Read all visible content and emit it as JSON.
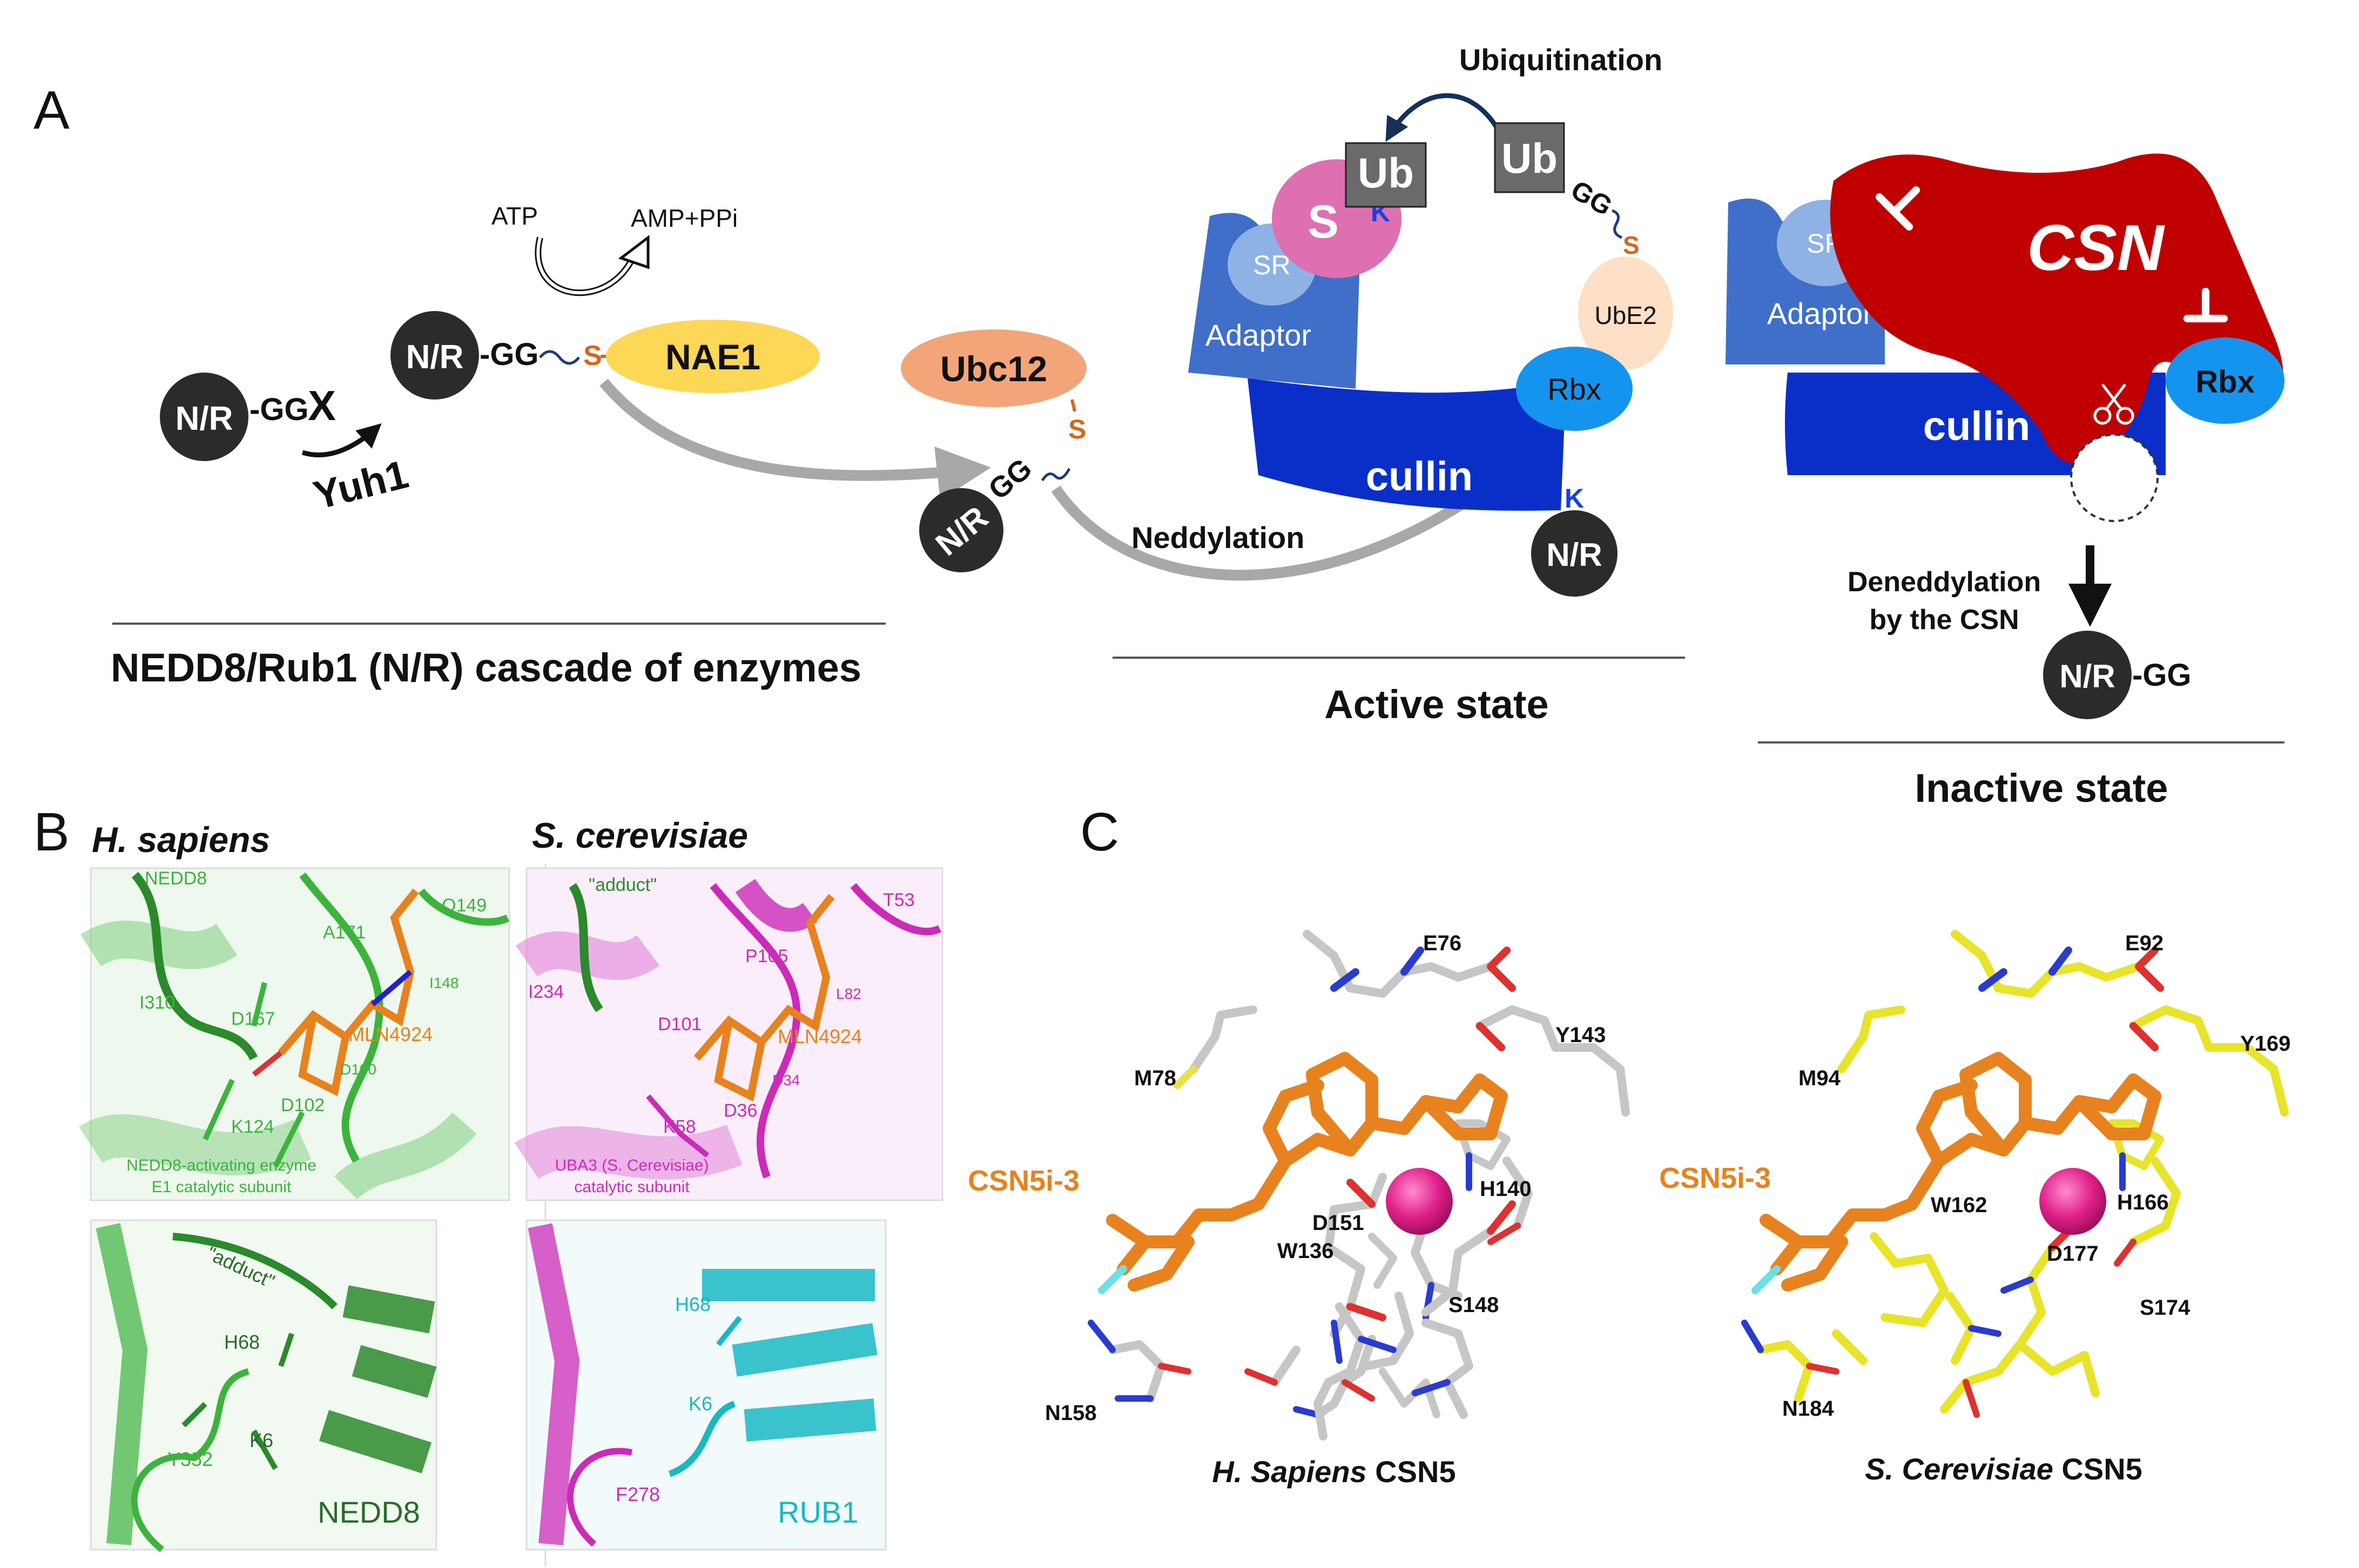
{
  "panel_labels": {
    "a": "A",
    "b": "B",
    "c": "C"
  },
  "cascade": {
    "nr": "N/R",
    "ggx": "-GG",
    "x": "X",
    "yuh1": "Yuh1",
    "gg": "-GG",
    "s": "S",
    "atp": "ATP",
    "amp": "AMP+PPi",
    "nae1": "NAE1",
    "ubc12": "Ubc12",
    "gg2": "GG",
    "s2": "S",
    "title": "NEDD8/Rub1 (N/R)  cascade of enzymes"
  },
  "active": {
    "ubiquitination": "Ubiquitination",
    "ub": "Ub",
    "ub2": "Ub",
    "s": "S",
    "k": "K",
    "sr": "SR",
    "adaptor": "Adaptor",
    "gg": "GG",
    "s2": "S",
    "ube2": "UbE2",
    "rbx": "Rbx",
    "cullin": "cullin",
    "neddylation": "Neddylation",
    "k2": "K",
    "nr": "N/R",
    "title": "Active state"
  },
  "inactive": {
    "sr": "SR",
    "adaptor": "Adaptor",
    "csn": "CSN",
    "rbx": "Rbx",
    "cullin": "cullin",
    "dened1": "Deneddylation",
    "dened2": "by the CSN",
    "nr": "N/R",
    "gg": "-GG",
    "title": "Inactive state"
  },
  "panel_b": {
    "hs": "H. sapiens",
    "sc": "S. cerevisiae",
    "hs_top": {
      "nedd8": "NEDD8",
      "a171": "A171",
      "q149": "Q149",
      "i310": "I310",
      "i148": "I148",
      "d167": "D167",
      "mln": "MLN4924",
      "d100": "D100",
      "d102": "D102",
      "k124": "K124",
      "cap1": "NEDD8-activating enzyme",
      "cap2": "E1 catalytic subunit"
    },
    "sc_top": {
      "adduct": "\"adduct\"",
      "t53": "T53",
      "p105": "P105",
      "i234": "I234",
      "l82": "L82",
      "d101": "D101",
      "mln": "MLN4924",
      "d34": "D34",
      "d36": "D36",
      "k58": "K58",
      "cap1": "UBA3 (S. Cerevisiae)",
      "cap2": "catalytic subunit"
    },
    "hs_bot": {
      "adduct": "\"adduct\"",
      "h68": "H68",
      "k6": "K6",
      "y352": "Y352",
      "nedd8": "NEDD8"
    },
    "sc_bot": {
      "h68": "H68",
      "k6": "K6",
      "f278": "F278",
      "rub1": "RUB1"
    }
  },
  "panel_c": {
    "hs": {
      "inhibitor": "CSN5i-3",
      "e76": "E76",
      "m78": "M78",
      "y143": "Y143",
      "w136": "W136",
      "h140": "H140",
      "d151": "D151",
      "s148": "S148",
      "n158": "N158",
      "cap_species": "H. Sapiens",
      "cap_protein": " CSN5"
    },
    "sc": {
      "inhibitor": "CSN5i-3",
      "e92": "E92",
      "m94": "M94",
      "y169": "Y169",
      "w162": "W162",
      "h166": "H166",
      "d177": "D177",
      "s174": "S174",
      "n184": "N184",
      "cap_species": "S. Cerevisiae",
      "cap_protein": " CSN5"
    }
  },
  "colors": {
    "dark_circle": "#2b2b2b",
    "nae1": "#fdd756",
    "ubc12": "#f2a578",
    "cullin": "#0a2fc8",
    "adaptor": "#3f6fc9",
    "sr": "#8fb2e4",
    "s_pink": "#de6fb0",
    "ub_gray": "#6a6a6a",
    "ube2": "#fde0c5",
    "rbx": "#1594ef",
    "csn": "#c00000",
    "green": "#3cb43c",
    "magenta": "#cc2bb8",
    "cyan": "#19b8c3",
    "orange": "#e8821e",
    "stick_gray": "#c6c6c6",
    "stick_yellow": "#e7e42a",
    "metal": "#e0208a"
  }
}
